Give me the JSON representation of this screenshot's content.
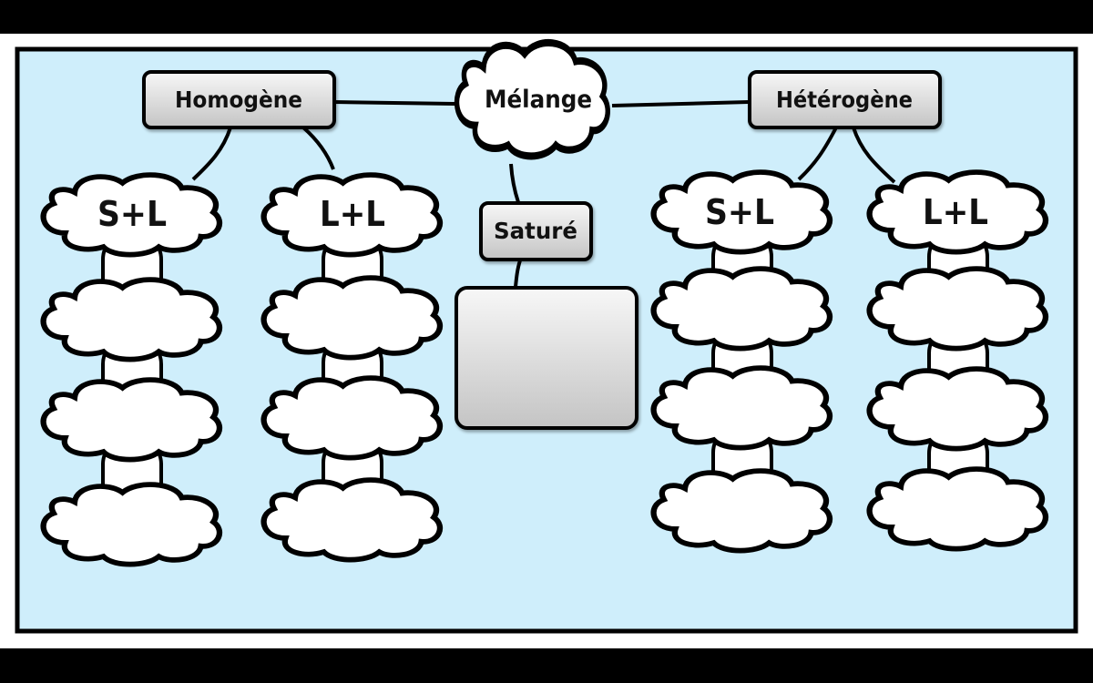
{
  "diagram": {
    "root": {
      "label": "Mélange"
    },
    "branches": [
      {
        "label": "Homogène",
        "groups": [
          {
            "label": "S+L",
            "empty_clouds": 3
          },
          {
            "label": "L+L",
            "empty_clouds": 3
          }
        ]
      },
      {
        "label": "Hétérogène",
        "groups": [
          {
            "label": "S+L",
            "empty_clouds": 3
          },
          {
            "label": "L+L",
            "empty_clouds": 3
          }
        ]
      }
    ],
    "center_node": {
      "label": "Saturé"
    }
  },
  "colors": {
    "panel_background": "#cfeefb",
    "border": "#000000",
    "cloud_fill": "#ffffff",
    "box_gradient_top": "#f7f7f7",
    "box_gradient_bottom": "#c4c4c4"
  }
}
